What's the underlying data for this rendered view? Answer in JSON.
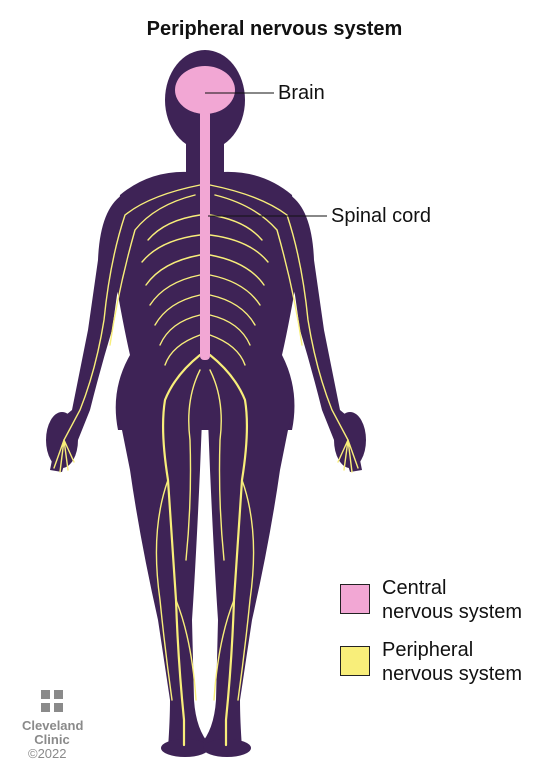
{
  "title": "Peripheral nervous system",
  "callouts": {
    "brain": "Brain",
    "spinal_cord": "Spinal cord"
  },
  "legend": [
    {
      "label_line1": "Central",
      "label_line2": "nervous system",
      "color": "#F2A7D4"
    },
    {
      "label_line1": "Peripheral",
      "label_line2": "nervous system",
      "color": "#F8EE7A"
    }
  ],
  "colors": {
    "body": "#3E2356",
    "central": "#F2A7D4",
    "peripheral": "#F8EE7A"
  },
  "logo": {
    "line1": "Cleveland",
    "line2": "Clinic",
    "copyright": "©2022"
  }
}
